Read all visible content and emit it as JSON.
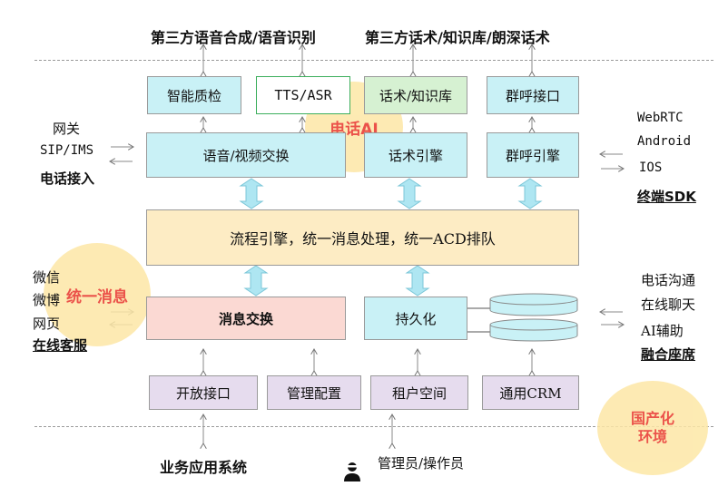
{
  "top": {
    "left_label": "第三方语音合成/语音识别",
    "right_label": "第三方话术/知识库/朗深话术"
  },
  "blobs": {
    "phone_ai": "电话AI",
    "unified_msg": "统一消息",
    "localization": "国产化\n环境"
  },
  "modules": {
    "quality": "智能质检",
    "tts_asr": "TTS/ASR",
    "script_kb": "话术/知识库",
    "group_call_if": "群呼接口",
    "av_exchange": "语音/视频交换",
    "script_engine": "话术引擎",
    "group_call_engine": "群呼引擎",
    "flow_engine": "流程引擎，统一消息处理，统一ACD排队",
    "msg_exchange": "消息交换",
    "persistence": "持久化",
    "open_if": "开放接口",
    "mgmt_config": "管理配置",
    "tenant_space": "租户空间",
    "crm": "通用CRM"
  },
  "left_top": {
    "line1": "网关",
    "line2": "SIP/IMS",
    "line3": "电话接入"
  },
  "left_mid": {
    "line1": "微信",
    "line2": "微博",
    "line3": "网页",
    "line4": "在线客服"
  },
  "right_top": {
    "line1": "WebRTC",
    "line2": "Android",
    "line3": "IOS",
    "line4": "终端SDK"
  },
  "right_mid": {
    "line1": "电话沟通",
    "line2": "在线聊天",
    "line3": "AI辅助",
    "line4": "融合座席"
  },
  "bottom": {
    "business": "业务应用系统",
    "admin": "管理员/操作员"
  },
  "colors": {
    "cyan": "#c9f1f6",
    "green": "#d6f1d2",
    "yellow": "#fdecc4",
    "pink": "#fbd9d3",
    "lavender": "#e6dcee",
    "blob": "#fde7a6",
    "blob_text": "#e8352b"
  }
}
